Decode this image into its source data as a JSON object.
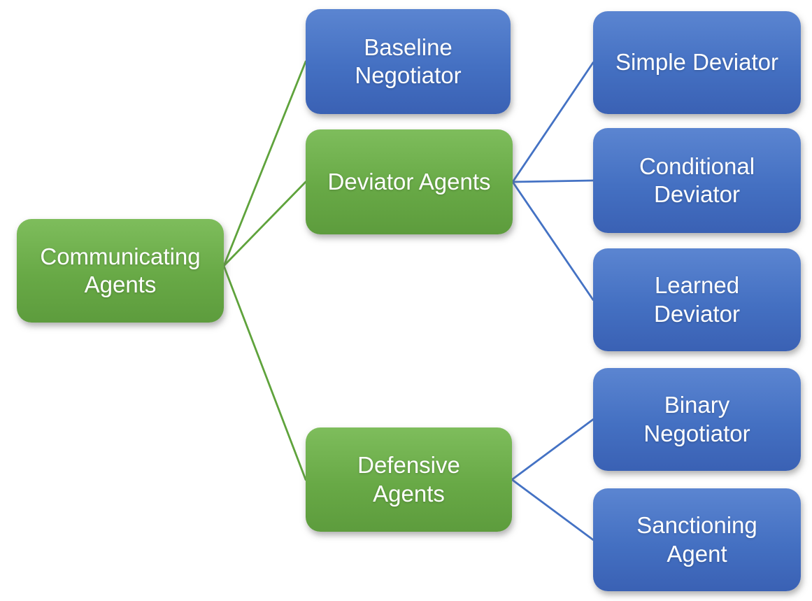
{
  "diagram": {
    "nodes": [
      {
        "id": "communicating-agents",
        "label": "Communicating\nAgents",
        "color": "green"
      },
      {
        "id": "baseline-negotiator",
        "label": "Baseline\nNegotiator",
        "color": "blue"
      },
      {
        "id": "deviator-agents",
        "label": "Deviator Agents",
        "color": "green"
      },
      {
        "id": "defensive-agents",
        "label": "Defensive\nAgents",
        "color": "green"
      },
      {
        "id": "simple-deviator",
        "label": "Simple Deviator",
        "color": "blue"
      },
      {
        "id": "conditional-deviator",
        "label": "Conditional\nDeviator",
        "color": "blue"
      },
      {
        "id": "learned-deviator",
        "label": "Learned\nDeviator",
        "color": "blue"
      },
      {
        "id": "binary-negotiator",
        "label": "Binary\nNegotiator",
        "color": "blue"
      },
      {
        "id": "sanctioning-agent",
        "label": "Sanctioning\nAgent",
        "color": "blue"
      }
    ],
    "edges": [
      {
        "from": "communicating-agents",
        "to": "baseline-negotiator",
        "color": "green"
      },
      {
        "from": "communicating-agents",
        "to": "deviator-agents",
        "color": "green"
      },
      {
        "from": "communicating-agents",
        "to": "defensive-agents",
        "color": "green"
      },
      {
        "from": "deviator-agents",
        "to": "simple-deviator",
        "color": "blue"
      },
      {
        "from": "deviator-agents",
        "to": "conditional-deviator",
        "color": "blue"
      },
      {
        "from": "deviator-agents",
        "to": "learned-deviator",
        "color": "blue"
      },
      {
        "from": "defensive-agents",
        "to": "binary-negotiator",
        "color": "blue"
      },
      {
        "from": "defensive-agents",
        "to": "sanctioning-agent",
        "color": "blue"
      }
    ],
    "colors": {
      "node_green": "#6CAD49",
      "node_blue": "#4472C4",
      "edge_green": "#5FA33C",
      "edge_blue": "#4472C4",
      "text": "#FFFFFF"
    }
  }
}
